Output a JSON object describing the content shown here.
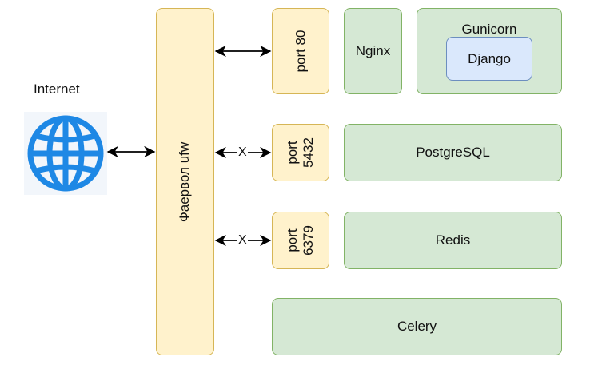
{
  "nodes": {
    "internet": "Internet",
    "firewall": "Фаервол ufw",
    "port80": "port 80",
    "port5432": [
      "port",
      "5432"
    ],
    "port6379": [
      "port",
      "6379"
    ],
    "nginx": "Nginx",
    "gunicorn": "Gunicorn",
    "django": "Django",
    "postgres": "PostgreSQL",
    "redis": "Redis",
    "celery": "Celery"
  },
  "edges": {
    "blocked_mark": "X"
  },
  "colors": {
    "yellow_fill": "#fff2cc",
    "yellow_stroke": "#d6b656",
    "green_fill": "#d5e8d4",
    "green_stroke": "#82b366",
    "blue_fill": "#dae8fc",
    "blue_stroke": "#6c8ebf",
    "globe": "#1e88e5"
  },
  "icons": {
    "internet": "globe-icon"
  }
}
